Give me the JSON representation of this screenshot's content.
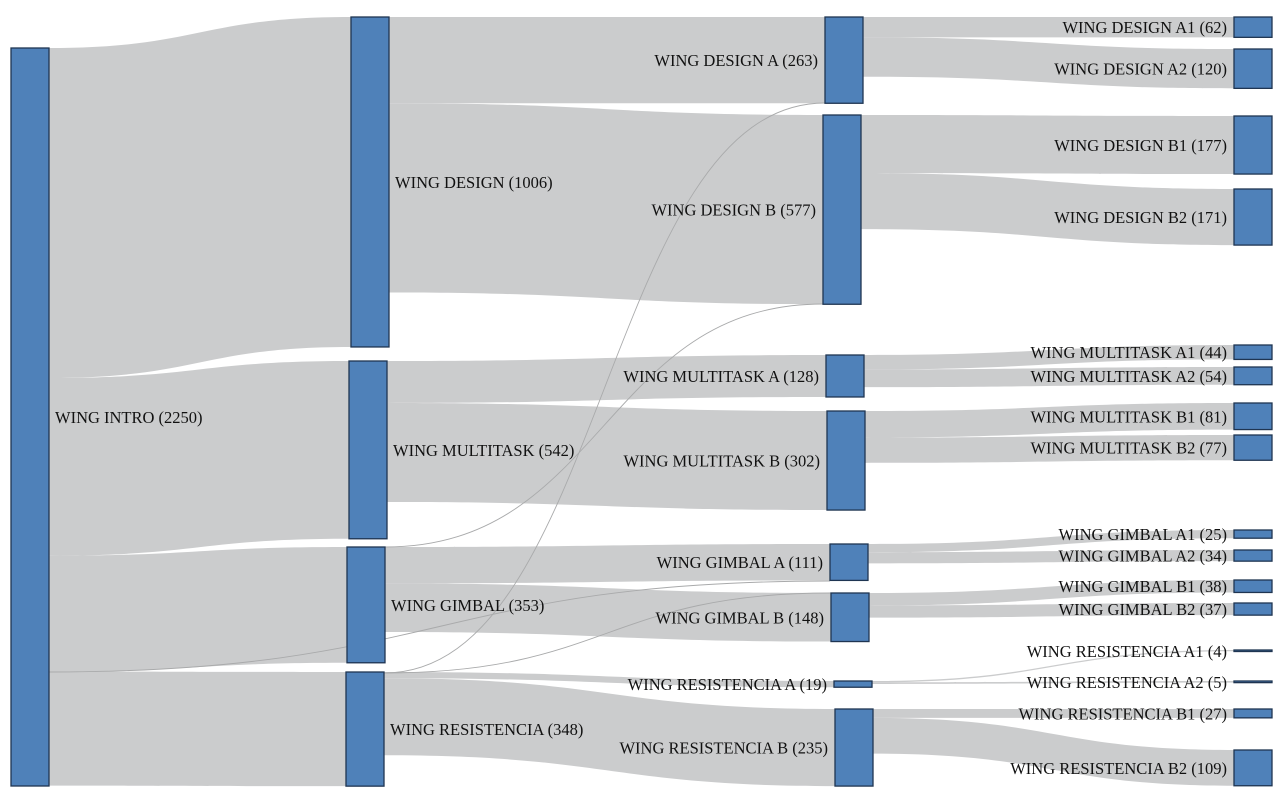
{
  "chart_data": {
    "type": "sankey",
    "title": "",
    "colors": {
      "node": "#4f81b9",
      "node_border": "#1f3552",
      "link": "#cbcccd"
    },
    "nodes": [
      {
        "id": "intro",
        "label": "WING INTRO (2250)",
        "value": 2250
      },
      {
        "id": "design",
        "label": "WING DESIGN (1006)",
        "value": 1006
      },
      {
        "id": "multitask",
        "label": "WING MULTITASK (542)",
        "value": 542
      },
      {
        "id": "gimbal",
        "label": "WING GIMBAL (353)",
        "value": 353
      },
      {
        "id": "resistencia",
        "label": "WING RESISTENCIA (348)",
        "value": 348
      },
      {
        "id": "design_a",
        "label": "WING DESIGN A (263)",
        "value": 263
      },
      {
        "id": "design_b",
        "label": "WING DESIGN B (577)",
        "value": 577
      },
      {
        "id": "multitask_a",
        "label": "WING MULTITASK A (128)",
        "value": 128
      },
      {
        "id": "multitask_b",
        "label": "WING MULTITASK B (302)",
        "value": 302
      },
      {
        "id": "gimbal_a",
        "label": "WING GIMBAL A (111)",
        "value": 111
      },
      {
        "id": "gimbal_b",
        "label": "WING GIMBAL B (148)",
        "value": 148
      },
      {
        "id": "resistencia_a",
        "label": "WING RESISTENCIA A (19)",
        "value": 19
      },
      {
        "id": "resistencia_b",
        "label": "WING RESISTENCIA B (235)",
        "value": 235
      },
      {
        "id": "design_a1",
        "label": "WING DESIGN A1 (62)",
        "value": 62
      },
      {
        "id": "design_a2",
        "label": "WING DESIGN A2 (120)",
        "value": 120
      },
      {
        "id": "design_b1",
        "label": "WING DESIGN B1 (177)",
        "value": 177
      },
      {
        "id": "design_b2",
        "label": "WING DESIGN B2 (171)",
        "value": 171
      },
      {
        "id": "multitask_a1",
        "label": "WING MULTITASK A1 (44)",
        "value": 44
      },
      {
        "id": "multitask_a2",
        "label": "WING MULTITASK A2 (54)",
        "value": 54
      },
      {
        "id": "multitask_b1",
        "label": "WING MULTITASK B1 (81)",
        "value": 81
      },
      {
        "id": "multitask_b2",
        "label": "WING MULTITASK B2 (77)",
        "value": 77
      },
      {
        "id": "gimbal_a1",
        "label": "WING GIMBAL A1 (25)",
        "value": 25
      },
      {
        "id": "gimbal_a2",
        "label": "WING GIMBAL A2 (34)",
        "value": 34
      },
      {
        "id": "gimbal_b1",
        "label": "WING GIMBAL B1 (38)",
        "value": 38
      },
      {
        "id": "gimbal_b2",
        "label": "WING GIMBAL B2 (37)",
        "value": 37
      },
      {
        "id": "resistencia_a1",
        "label": "WING RESISTENCIA A1 (4)",
        "value": 4
      },
      {
        "id": "resistencia_a2",
        "label": "WING RESISTENCIA A2 (5)",
        "value": 5
      },
      {
        "id": "resistencia_b1",
        "label": "WING RESISTENCIA B1 (27)",
        "value": 27
      },
      {
        "id": "resistencia_b2",
        "label": "WING RESISTENCIA B2 (109)",
        "value": 109
      }
    ],
    "links": [
      {
        "source": "intro",
        "target": "design",
        "value": 1006
      },
      {
        "source": "intro",
        "target": "multitask",
        "value": 542
      },
      {
        "source": "intro",
        "target": "gimbal",
        "value": 353
      },
      {
        "source": "intro",
        "target": "resistencia",
        "value": 348
      },
      {
        "source": "design",
        "target": "design_a",
        "value": 263
      },
      {
        "source": "design",
        "target": "design_b",
        "value": 577
      },
      {
        "source": "multitask",
        "target": "multitask_a",
        "value": 128
      },
      {
        "source": "multitask",
        "target": "multitask_b",
        "value": 302
      },
      {
        "source": "gimbal",
        "target": "gimbal_a",
        "value": 111
      },
      {
        "source": "gimbal",
        "target": "gimbal_b",
        "value": 148
      },
      {
        "source": "resistencia",
        "target": "resistencia_a",
        "value": 19
      },
      {
        "source": "resistencia",
        "target": "resistencia_b",
        "value": 235
      },
      {
        "source": "design_a",
        "target": "design_a1",
        "value": 62
      },
      {
        "source": "design_a",
        "target": "design_a2",
        "value": 120
      },
      {
        "source": "design_b",
        "target": "design_b1",
        "value": 177
      },
      {
        "source": "design_b",
        "target": "design_b2",
        "value": 171
      },
      {
        "source": "multitask_a",
        "target": "multitask_a1",
        "value": 44
      },
      {
        "source": "multitask_a",
        "target": "multitask_a2",
        "value": 54
      },
      {
        "source": "multitask_b",
        "target": "multitask_b1",
        "value": 81
      },
      {
        "source": "multitask_b",
        "target": "multitask_b2",
        "value": 77
      },
      {
        "source": "gimbal_a",
        "target": "gimbal_a1",
        "value": 25
      },
      {
        "source": "gimbal_a",
        "target": "gimbal_a2",
        "value": 34
      },
      {
        "source": "gimbal_b",
        "target": "gimbal_b1",
        "value": 38
      },
      {
        "source": "gimbal_b",
        "target": "gimbal_b2",
        "value": 37
      },
      {
        "source": "resistencia_a",
        "target": "resistencia_a1",
        "value": 4
      },
      {
        "source": "resistencia_a",
        "target": "resistencia_a2",
        "value": 5
      },
      {
        "source": "resistencia_b",
        "target": "resistencia_b1",
        "value": 27
      },
      {
        "source": "resistencia_b",
        "target": "resistencia_b2",
        "value": 109
      },
      {
        "source": "gimbal",
        "target": "design_b",
        "value": 1
      },
      {
        "source": "resistencia",
        "target": "design_a",
        "value": 1
      },
      {
        "source": "resistencia",
        "target": "gimbal_b",
        "value": 1
      },
      {
        "source": "intro",
        "target": "gimbal_a",
        "value": 1
      }
    ]
  }
}
